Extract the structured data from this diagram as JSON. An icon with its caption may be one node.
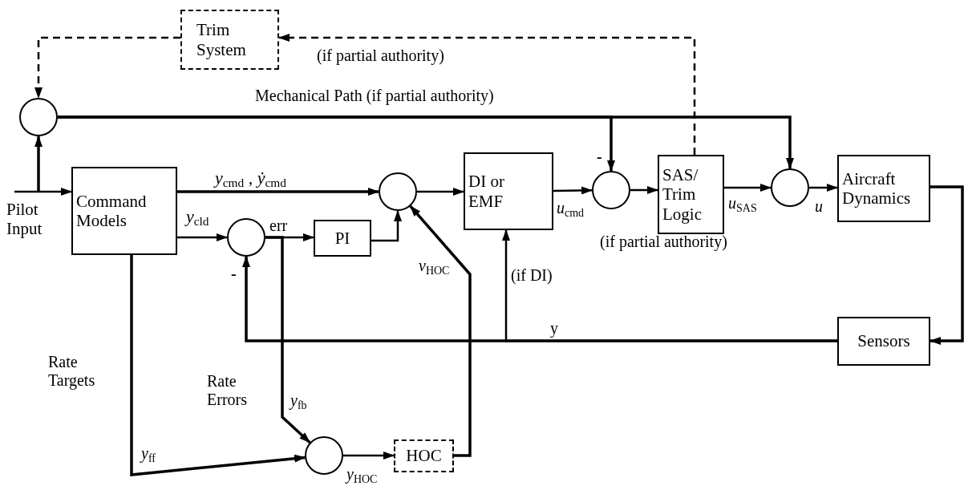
{
  "diagram": {
    "nodes": [
      {
        "text": [
          "Trim System"
        ]
      },
      {
        "text": [],
        "shape": "circle"
      },
      {
        "text": [
          "Pilot Input"
        ]
      },
      {
        "text": [
          "Command Models"
        ]
      },
      {
        "text": [],
        "shape": "circle"
      },
      {
        "text": [
          "DI or EMF"
        ]
      },
      {
        "text": [],
        "shape": "circle"
      },
      {
        "text": [
          "PI"
        ]
      },
      {
        "text": [],
        "shape": "circle"
      },
      {
        "text": [
          "SAS/ Trim Logic"
        ]
      },
      {
        "text": [],
        "shape": "circle"
      },
      {
        "text": [
          "Aircraft Dynamics"
        ]
      },
      {
        "text": [
          "Sensors"
        ]
      },
      {
        "text": [],
        "shape": "circle"
      },
      {
        "text": [
          "HOC"
        ]
      }
    ],
    "edges": [
      {
        "from": 2,
        "to": 3,
        "arrow": "to"
      },
      {
        "from": 2,
        "to": 1,
        "arrow": "to"
      },
      {
        "from": 0,
        "to": 1,
        "arrow": "to",
        "style": "dashed"
      },
      {
        "from": 9,
        "to": 0,
        "arrow": "to",
        "style": "dashed",
        "label": "(if partial authority)"
      },
      {
        "from": 1,
        "to": 8,
        "arrow": "to",
        "label": "Mechanical Path (if partial authority)"
      },
      {
        "from": 1,
        "to": 10,
        "arrow": "to"
      },
      {
        "from": 3,
        "to": 4,
        "arrow": "to",
        "label": "*y*$_{cmd}$ , *ẏ*$_{cmd}$"
      },
      {
        "from": 3,
        "to": 6,
        "arrow": "to",
        "label": "*y*$_{cld}$"
      },
      {
        "from": 6,
        "to": 7,
        "arrow": "to",
        "label": "err"
      },
      {
        "from": 7,
        "to": 4,
        "arrow": "to"
      },
      {
        "from": 4,
        "to": 5,
        "arrow": "to"
      },
      {
        "from": 5,
        "to": 8,
        "arrow": "to",
        "label": "*u*$_{cmd}$"
      },
      {
        "from": 8,
        "to": 9,
        "arrow": "to"
      },
      {
        "from": 9,
        "to": 10,
        "arrow": "to",
        "label": "*u*$_{SAS}$"
      },
      {
        "from": 10,
        "to": 11,
        "arrow": "to",
        "label": "u"
      },
      {
        "from": 11,
        "to": 12,
        "arrow": "to"
      },
      {
        "from": 12,
        "to": 6,
        "arrow": "to",
        "label": "y"
      },
      {
        "from": 12,
        "to": 5,
        "arrow": "to",
        "label": "(if DI)"
      },
      {
        "from": 6,
        "to": 13,
        "arrow": "to",
        "label": "*y*$_{fb}$"
      },
      {
        "from": 3,
        "to": 13,
        "arrow": "to",
        "label": "*y*$_{ff}$"
      },
      {
        "from": 13,
        "to": 14,
        "arrow": "to",
        "label": "*y*$_{HOC}$"
      },
      {
        "from": 14,
        "to": 4,
        "arrow": "to",
        "label": "*v*$_{HOC}$"
      }
    ],
    "labels": [
      "-",
      "(if partial authority)",
      "-",
      "Rate Errors",
      "Rate Targets"
    ]
  }
}
